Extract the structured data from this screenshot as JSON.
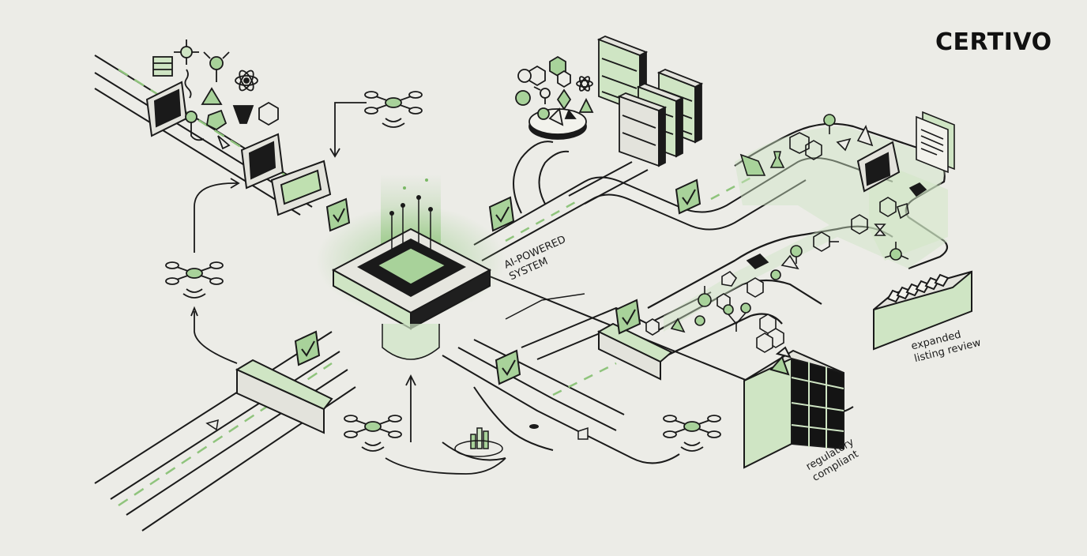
{
  "brand": {
    "logo_text": "CERTIVO"
  },
  "labels": {
    "ai_line1": "AI-POWERED",
    "ai_line2": "SYSTEM",
    "expanded_line1": "expanded",
    "expanded_line2": "listing review",
    "regulatory_line1": "regulatory",
    "regulatory_line2": "compliant"
  },
  "colors": {
    "background": "#ecece7",
    "ink": "#1a1a1a",
    "accent_green": "#a8d29a",
    "light_green": "#cfe5c4",
    "dark_panel": "#141414"
  }
}
